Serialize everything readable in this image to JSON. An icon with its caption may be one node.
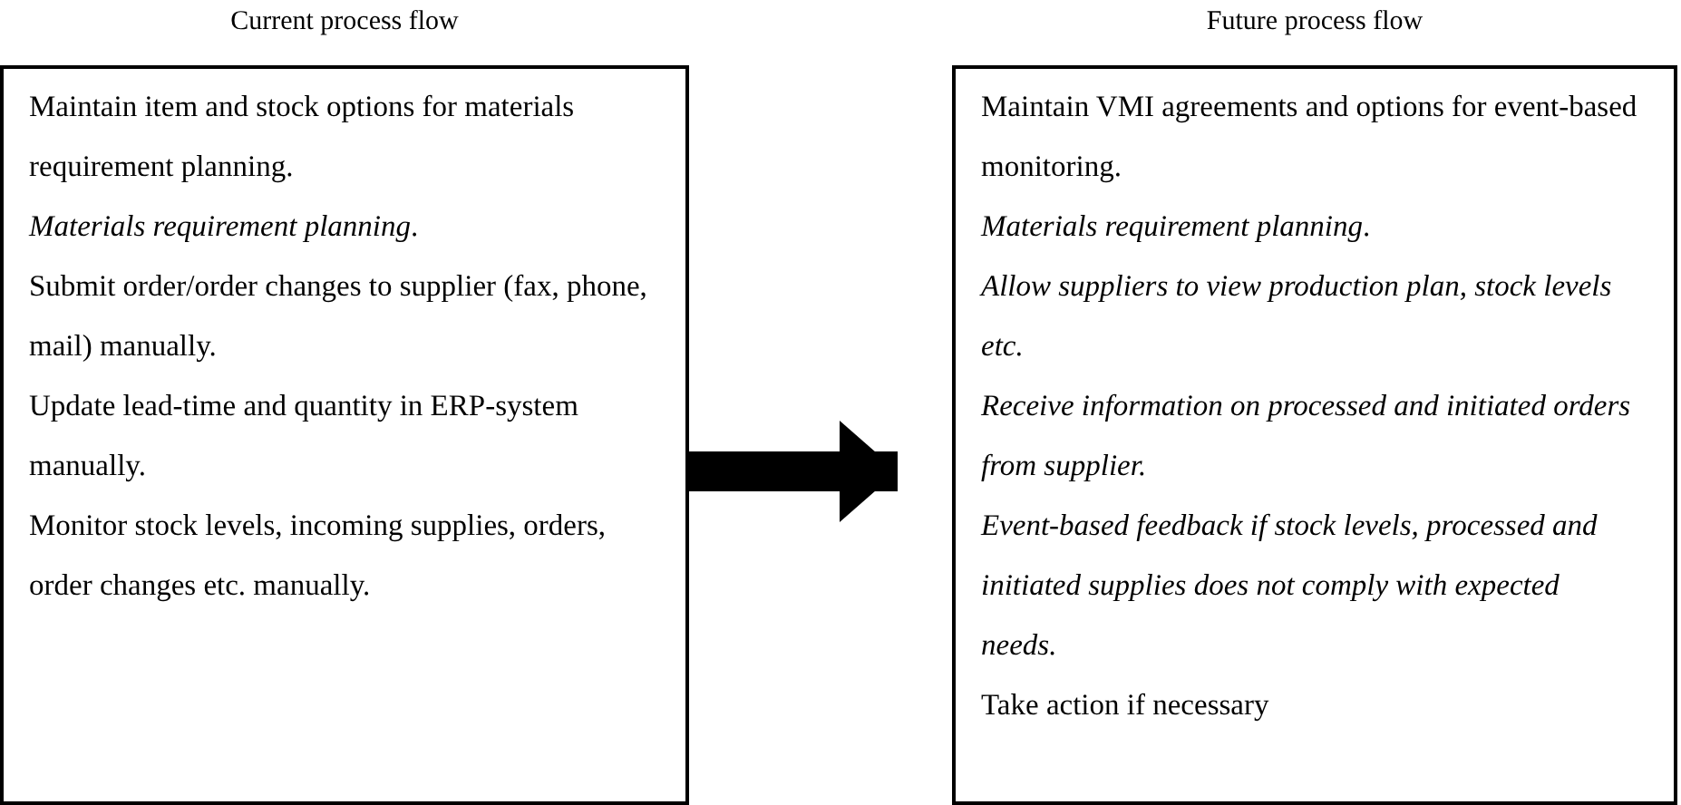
{
  "diagram": {
    "nodes": [
      {
        "text": [
          "Current process flow",
          "Maintain item and stock options for materials requirement planning.",
          "*Materials requirement planning*.",
          "Submit order/order changes to supplier (fax, phone, mail) manually.",
          "Update lead-time and quantity in ERP-system manually.",
          "Monitor stock levels, incoming supplies, orders, order changes etc. manually."
        ]
      },
      {
        "text": [
          "Future process flow",
          "Maintain VMI agreements and options for event-based monitoring.",
          "*Materials requirement planning*.",
          "Allow suppliers to view production plan, stock levels etc.",
          "Receive information on processed and initiated orders from supplier.",
          "Event-based feedback if stock levels, processed and initiated supplies does not comply with expected needs.",
          "Take action if necessary"
        ]
      }
    ],
    "edges": [
      {
        "from": 0,
        "to": 1,
        "arrow": "to"
      }
    ]
  }
}
